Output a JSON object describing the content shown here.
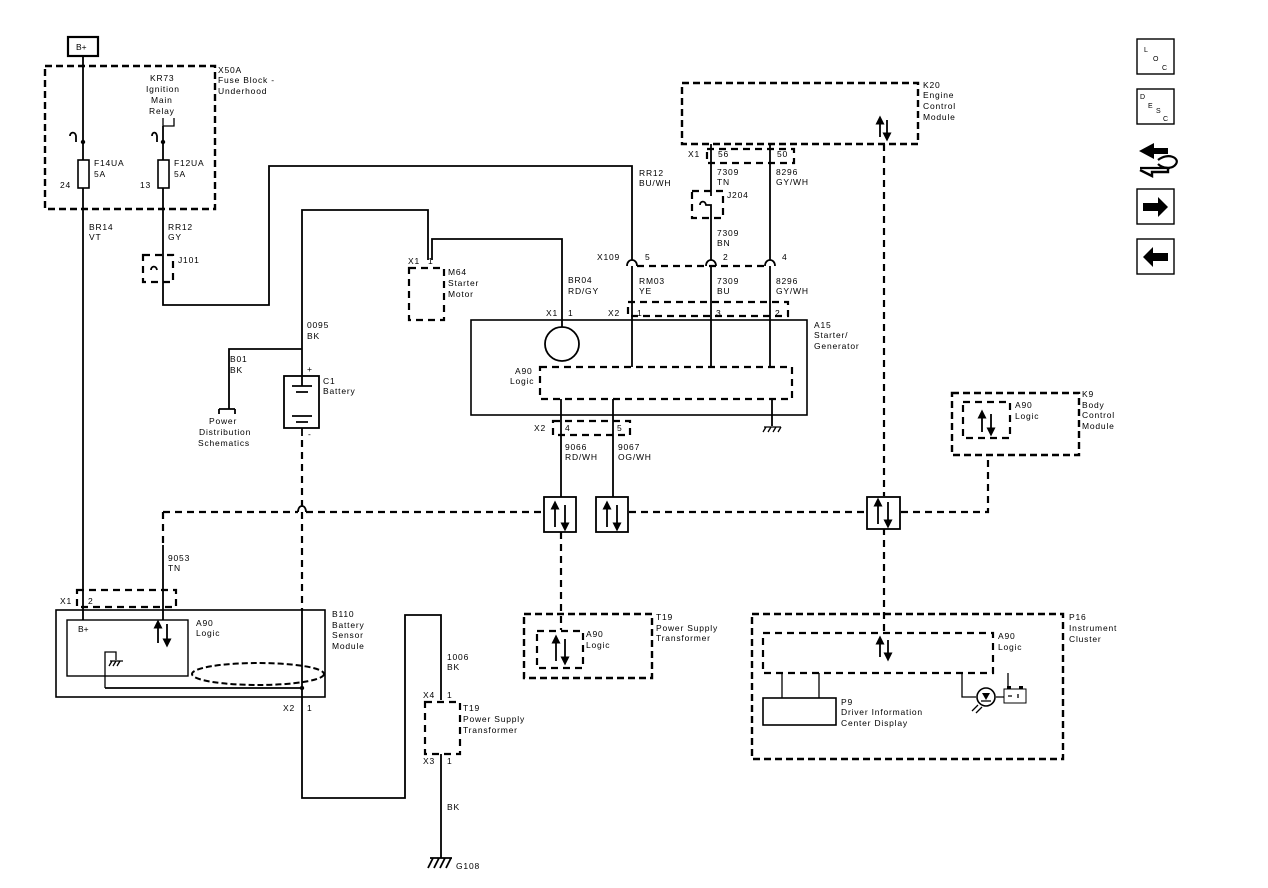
{
  "nav": {
    "loc": {
      "l1": "L",
      "l2": "O",
      "l3": "C"
    },
    "desc": {
      "l1": "D",
      "l2": "E",
      "l3": "S",
      "l4": "C"
    }
  },
  "labels": {
    "bplus": "B+",
    "x50a": [
      "X50A",
      "Fuse Block -",
      "Underhood"
    ],
    "kr73": [
      "KR73",
      "Ignition",
      "Main",
      "Relay"
    ],
    "f14ua": [
      "F14UA",
      "5A"
    ],
    "f12ua": [
      "F12UA",
      "5A"
    ],
    "pin24": "24",
    "pin13": "13",
    "br14": [
      "BR14",
      "VT"
    ],
    "rr12a": [
      "RR12",
      "GY"
    ],
    "j101": "J101",
    "rr12b": [
      "RR12",
      "BU/WH"
    ],
    "k20": [
      "K20",
      "Engine",
      "Control",
      "Module"
    ],
    "x1_k20": "X1",
    "pin56": "56",
    "pin50": "50",
    "w7309tn": [
      "7309",
      "TN"
    ],
    "w8296a": [
      "8296",
      "GY/WH"
    ],
    "j204": "J204",
    "w7309bn": [
      "7309",
      "BN"
    ],
    "x109": "X109",
    "pin5a": "5",
    "pin2a": "2",
    "pin4a": "4",
    "x1_m64": "X1",
    "pin1_m64": "1",
    "m64": [
      "M64",
      "Starter",
      "Motor"
    ],
    "br04": [
      "BR04",
      "RD/GY"
    ],
    "rm03": [
      "RM03",
      "YE"
    ],
    "w7309bu": [
      "7309",
      "BU"
    ],
    "w8296b": [
      "8296",
      "GY/WH"
    ],
    "x1_a15": "X1",
    "pin1_a15": "1",
    "x2_a15": "X2",
    "pin1_x2": "1",
    "pin3": "3",
    "pin2b": "2",
    "a15": [
      "A15",
      "Starter/",
      "Generator"
    ],
    "a90_a15": [
      "A90",
      "Logic"
    ],
    "w0095": [
      "0095",
      "BK"
    ],
    "b01": [
      "B01",
      "BK"
    ],
    "pds": [
      "Power",
      "Distribution",
      "Schematics"
    ],
    "c1": [
      "C1",
      "Battery"
    ],
    "plus": "+",
    "minus": "-",
    "x2_bot": "X2",
    "pin4b": "4",
    "pin5b": "5",
    "w9066": [
      "9066",
      "RD/WH"
    ],
    "w9067": [
      "9067",
      "OG/WH"
    ],
    "k9": [
      "K9",
      "Body",
      "Control",
      "Module"
    ],
    "a90_k9": [
      "A90",
      "Logic"
    ],
    "w9053": [
      "9053",
      "TN"
    ],
    "x1_b110": "X1",
    "pin2_b110": "2",
    "b110": [
      "B110",
      "Battery",
      "Sensor",
      "Module"
    ],
    "bplus_inner": "B+",
    "a90_b110": [
      "A90",
      "Logic"
    ],
    "x2_b110": "X2",
    "pin1_b110": "1",
    "w1006": [
      "1006",
      "BK"
    ],
    "x4": "X4",
    "pin1_x4": "1",
    "t19_mid": [
      "T19",
      "Power Supply",
      "Transformer"
    ],
    "x3": "X3",
    "pin1_x3": "1",
    "bk": "BK",
    "g108": "G108",
    "t19_right": [
      "T19",
      "Power Supply",
      "Transformer"
    ],
    "a90_t19": [
      "A90",
      "Logic"
    ],
    "p16": [
      "P16",
      "Instrument",
      "Cluster"
    ],
    "a90_p16": [
      "A90",
      "Logic"
    ],
    "p9": [
      "P9",
      "Driver Information",
      "Center Display"
    ]
  }
}
